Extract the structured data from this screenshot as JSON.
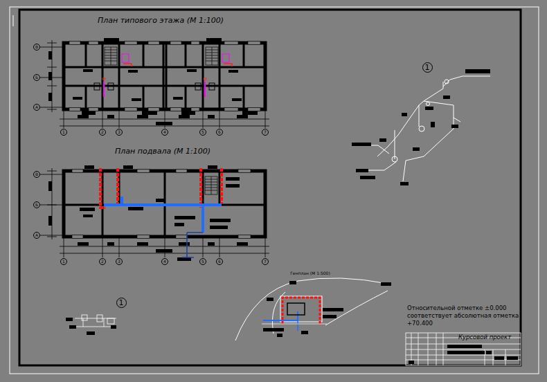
{
  "diagram": {
    "nodes": [
      {
        "text": [
          "В"
        ]
      },
      {
        "text": [
          "Б"
        ]
      },
      {
        "text": [
          "А"
        ]
      },
      {
        "text": [
          "1"
        ]
      },
      {
        "text": [
          "2"
        ]
      },
      {
        "text": [
          "3"
        ]
      },
      {
        "text": [
          "4"
        ]
      },
      {
        "text": [
          "5"
        ]
      },
      {
        "text": [
          "6"
        ]
      },
      {
        "text": [
          "7"
        ]
      },
      {
        "text": [
          "1"
        ]
      },
      {
        "text": [
          "В"
        ]
      },
      {
        "text": [
          "Б"
        ]
      },
      {
        "text": [
          "А"
        ]
      },
      {
        "text": [
          "1"
        ]
      },
      {
        "text": [
          "2"
        ]
      },
      {
        "text": [
          "3"
        ]
      },
      {
        "text": [
          "4"
        ]
      },
      {
        "text": [
          "5"
        ]
      },
      {
        "text": [
          "6"
        ]
      },
      {
        "text": [
          "7"
        ]
      },
      {
        "text": [
          "1"
        ]
      }
    ],
    "labels": [
      "План типового этажа (М 1:100)",
      "План подвала (М 1:100)",
      "Генплан (М 1:500)",
      "Относительной отметке ±0.000",
      "соответствует абсолютная отметка",
      "+70.400",
      "Курсовой проект"
    ]
  }
}
